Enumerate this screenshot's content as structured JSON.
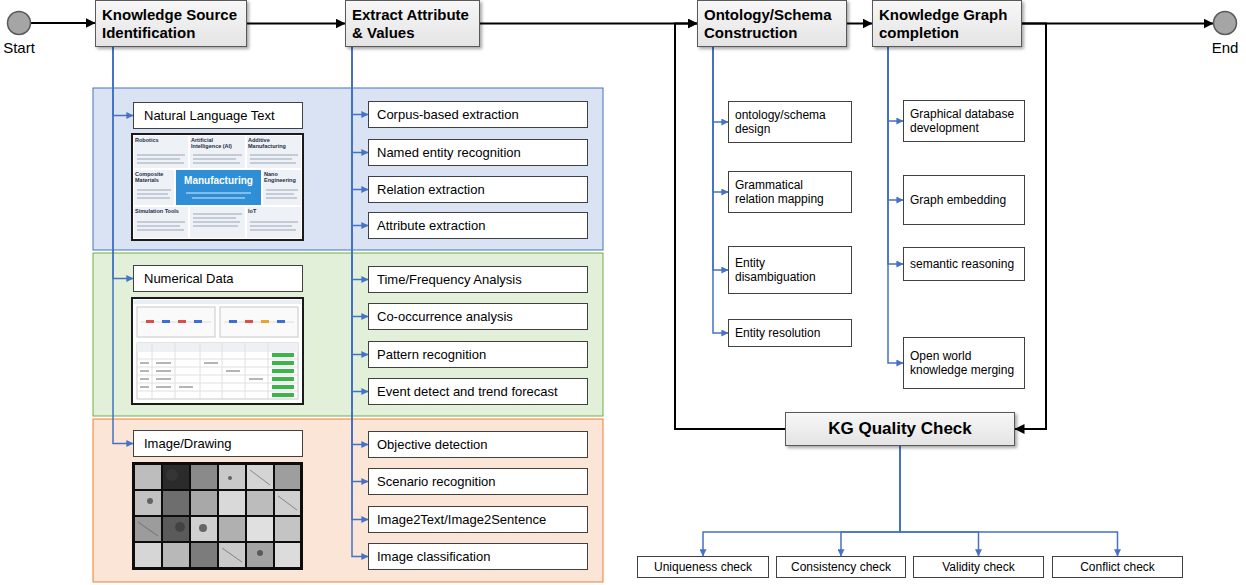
{
  "diagram": {
    "nodes": [
      {
        "text": [
          "Start"
        ]
      },
      {
        "text": [
          "Knowledge Source Identification"
        ]
      },
      {
        "text": [
          "Extract Attribute & Values"
        ]
      },
      {
        "text": [
          "Ontology/Schema Construction"
        ]
      },
      {
        "text": [
          "Knowledge Graph completion"
        ]
      },
      {
        "text": [
          "End"
        ]
      },
      {
        "text": [
          "Natural Language Text"
        ]
      },
      {
        "text": [
          "Corpus-based extraction"
        ]
      },
      {
        "text": [
          "Named entity recognition"
        ]
      },
      {
        "text": [
          "Relation extraction"
        ]
      },
      {
        "text": [
          "Attribute extraction"
        ]
      },
      {
        "text": [
          "Numerical Data"
        ]
      },
      {
        "text": [
          "Time/Frequency Analysis"
        ]
      },
      {
        "text": [
          "Co-occurrence analysis"
        ]
      },
      {
        "text": [
          "Pattern recognition"
        ]
      },
      {
        "text": [
          "Event detect and trend forecast"
        ]
      },
      {
        "text": [
          "Image/Drawing"
        ]
      },
      {
        "text": [
          "Objective detection"
        ]
      },
      {
        "text": [
          "Scenario recognition"
        ]
      },
      {
        "text": [
          "Image2Text/Image2Sentence"
        ]
      },
      {
        "text": [
          "Image classification"
        ]
      },
      {
        "text": [
          "ontology/schema design"
        ]
      },
      {
        "text": [
          "Grammatical relation mapping"
        ]
      },
      {
        "text": [
          "Entity disambiguation"
        ]
      },
      {
        "text": [
          "Entity resolution"
        ]
      },
      {
        "text": [
          "Graphical database development"
        ]
      },
      {
        "text": [
          "Graph embedding"
        ]
      },
      {
        "text": [
          "semantic reasoning"
        ]
      },
      {
        "text": [
          "Open world knowledge merging"
        ]
      },
      {
        "text": [
          "KG Quality Check"
        ]
      },
      {
        "text": [
          "Uniqueness check"
        ]
      },
      {
        "text": [
          "Consistency check"
        ]
      },
      {
        "text": [
          "Validity check"
        ]
      },
      {
        "text": [
          "Conflict check"
        ]
      }
    ],
    "edges": [
      {
        "from": 0,
        "to": 1,
        "arrow": "to"
      },
      {
        "from": 1,
        "to": 2,
        "arrow": "to"
      },
      {
        "from": 2,
        "to": 3,
        "arrow": "to"
      },
      {
        "from": 3,
        "to": 4,
        "arrow": "to"
      },
      {
        "from": 4,
        "to": 5,
        "arrow": "to"
      },
      {
        "from": 4,
        "to": 29,
        "arrow": "to"
      },
      {
        "from": 29,
        "to": 3,
        "arrow": "to"
      },
      {
        "from": 1,
        "to": 6,
        "arrow": "to"
      },
      {
        "from": 1,
        "to": 11,
        "arrow": "to"
      },
      {
        "from": 1,
        "to": 16,
        "arrow": "to"
      },
      {
        "from": 2,
        "to": 7,
        "arrow": "to"
      },
      {
        "from": 2,
        "to": 8,
        "arrow": "to"
      },
      {
        "from": 2,
        "to": 9,
        "arrow": "to"
      },
      {
        "from": 2,
        "to": 10,
        "arrow": "to"
      },
      {
        "from": 2,
        "to": 12,
        "arrow": "to"
      },
      {
        "from": 2,
        "to": 13,
        "arrow": "to"
      },
      {
        "from": 2,
        "to": 14,
        "arrow": "to"
      },
      {
        "from": 2,
        "to": 15,
        "arrow": "to"
      },
      {
        "from": 2,
        "to": 17,
        "arrow": "to"
      },
      {
        "from": 2,
        "to": 18,
        "arrow": "to"
      },
      {
        "from": 2,
        "to": 19,
        "arrow": "to"
      },
      {
        "from": 2,
        "to": 20,
        "arrow": "to"
      },
      {
        "from": 3,
        "to": 21,
        "arrow": "to"
      },
      {
        "from": 3,
        "to": 22,
        "arrow": "to"
      },
      {
        "from": 3,
        "to": 23,
        "arrow": "to"
      },
      {
        "from": 3,
        "to": 24,
        "arrow": "to"
      },
      {
        "from": 4,
        "to": 25,
        "arrow": "to"
      },
      {
        "from": 4,
        "to": 26,
        "arrow": "to"
      },
      {
        "from": 4,
        "to": 27,
        "arrow": "to"
      },
      {
        "from": 4,
        "to": 28,
        "arrow": "to"
      },
      {
        "from": 29,
        "to": 30,
        "arrow": "to"
      },
      {
        "from": 29,
        "to": 31,
        "arrow": "to"
      },
      {
        "from": 29,
        "to": 32,
        "arrow": "to"
      },
      {
        "from": 29,
        "to": 33,
        "arrow": "to"
      }
    ],
    "labels": [
      "Robotics",
      "Artificial Intelligence (AI)",
      "Additive Manufacturing",
      "Manufacturing",
      "Composite Materials",
      "Nano Engineering",
      "Simulation Tools",
      "IoT"
    ]
  }
}
